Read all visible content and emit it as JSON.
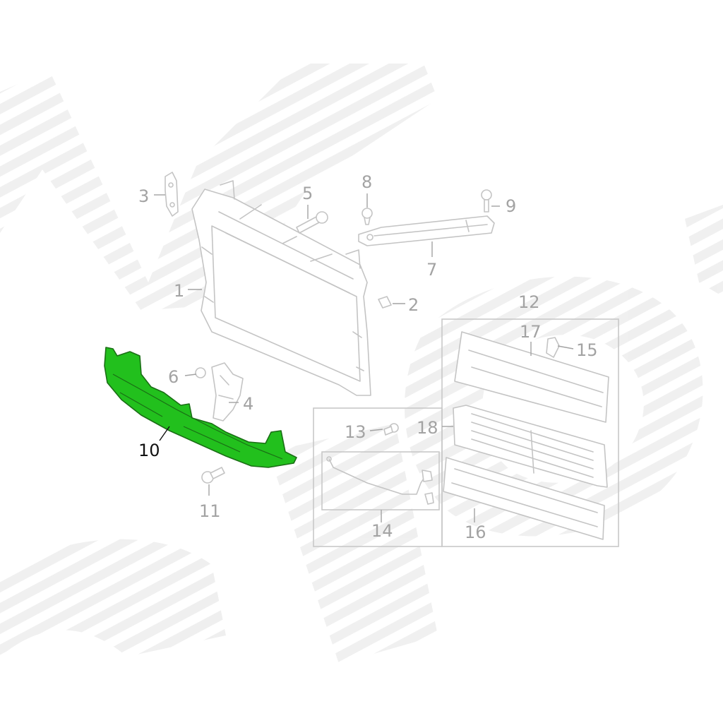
{
  "diagram": {
    "highlight_color": "#22c01d",
    "highlight_part": "10",
    "watermark": "stripes",
    "callouts": {
      "c1": "1",
      "c2": "2",
      "c3": "3",
      "c4": "4",
      "c5": "5",
      "c6": "6",
      "c7": "7",
      "c8": "8",
      "c9": "9",
      "c10": "10",
      "c11": "11",
      "c12": "12",
      "c13": "13",
      "c14": "14",
      "c15": "15",
      "c16": "16",
      "c17": "17",
      "c18": "18"
    }
  }
}
